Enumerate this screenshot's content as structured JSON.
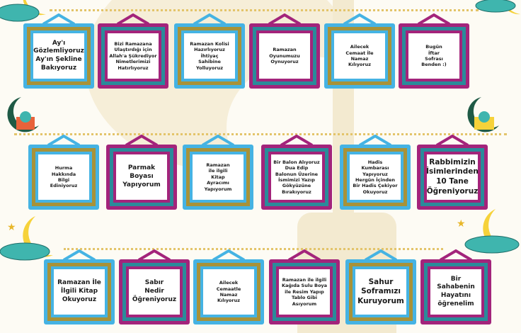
{
  "rows": [
    [
      {
        "text": "Ay'ı\nGözlemliyoruz\nAy'ın Şekline\nBakıyoruz"
      },
      {
        "text": "Bizi Ramazana\nUlaştırdığı için\nAllah'a Şükrediyor\nNimetlerimizi\nHatırlıyoruz"
      },
      {
        "text": "Ramazan Kolisi\nHazırlıyoruz\nİhtiyaç\nSahibine\nYolluyoruz"
      },
      {
        "text": "Ramazan\nOyunumuzu\nOynuyoruz"
      },
      {
        "text": "Ailecek\nCemaat İle\nNamaz\nKılıyoruz"
      },
      {
        "text": "Bugün\nİftar\nSofrası\nBenden :)"
      }
    ],
    [
      {
        "text": "Hurma\nHakkında\nBilgi\nEdiniyoruz"
      },
      {
        "text": "Parmak\nBoyası\nYapıyorum"
      },
      {
        "text": "Ramazan\nile ilgili\nKitap\nAyracımı\nYapıyorum"
      },
      {
        "text": "Bir Balon Alıyoruz\nDua Edip\nBalonun Üzerine\nİsmimizi Yazıp\nGökyüzüne\nBırakıyoruz"
      },
      {
        "text": "Hadis\nKumbarası\nYapıyoruz\nHergün İçinden\nBir Hadis Çekiyor\nOkuyoruz"
      },
      {
        "text": "Rabbimizin\nİsimlerinden\n10 Tane\nÖğreniyoruz"
      }
    ],
    [
      {
        "text": "Ramazan İle\nİlgili Kitap\nOkuyoruz"
      },
      {
        "text": "Sabır\nNedir\nÖğreniyoruz"
      },
      {
        "text": "Ailecek\nCemaatle\nNamaz\nKılıyoruz"
      },
      {
        "text": "Ramazan ile ilgili\nKağıda Sulu Boya\nile Resim Yapıp\nTablo Gibi\nAsıyorum"
      },
      {
        "text": "Sahur\nSoframızı\nKuruyorum"
      },
      {
        "text": "Bir\nSahabenin\nHayatını\nöğrenelim"
      }
    ]
  ],
  "colors": {
    "blue": "#45b3e3",
    "olive": "#a89238",
    "magenta": "#a3247b",
    "teal": "#2a8b9a",
    "dots": "#e3c46a"
  }
}
